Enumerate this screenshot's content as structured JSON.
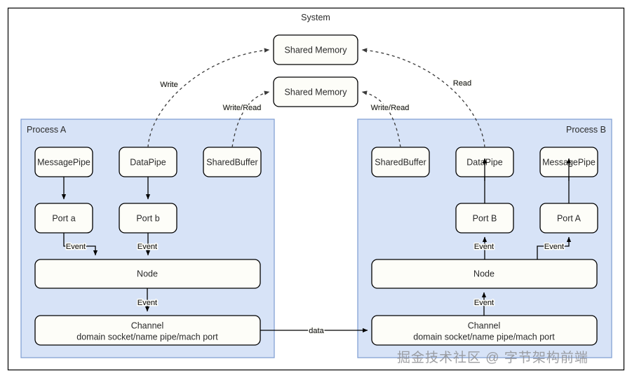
{
  "system": {
    "label": "System"
  },
  "shared_memory": [
    {
      "id": "shm-top",
      "label": "Shared Memory"
    },
    {
      "id": "shm-bottom",
      "label": "Shared Memory"
    }
  ],
  "processes": [
    {
      "id": "process-a",
      "label": "Process A",
      "label_align": "left",
      "pipes": [
        {
          "id": "a-messagepipe",
          "label": "MessagePipe"
        },
        {
          "id": "a-datapipe",
          "label": "DataPipe"
        },
        {
          "id": "a-sharedbuffer",
          "label": "SharedBuffer"
        }
      ],
      "ports": [
        {
          "id": "a-port-a",
          "label": "Port a"
        },
        {
          "id": "a-port-b",
          "label": "Port b"
        }
      ],
      "node": {
        "id": "a-node",
        "label": "Node"
      },
      "channel": {
        "id": "a-channel",
        "title": "Channel",
        "subtitle": "domain socket/name pipe/mach port"
      }
    },
    {
      "id": "process-b",
      "label": "Process B",
      "label_align": "right",
      "pipes": [
        {
          "id": "b-sharedbuffer",
          "label": "SharedBuffer"
        },
        {
          "id": "b-datapipe",
          "label": "DataPipe"
        },
        {
          "id": "b-messagepipe",
          "label": "MessagePipe"
        }
      ],
      "ports": [
        {
          "id": "b-port-b",
          "label": "Port B"
        },
        {
          "id": "b-port-a",
          "label": "Port A"
        }
      ],
      "node": {
        "id": "b-node",
        "label": "Node"
      },
      "channel": {
        "id": "b-channel",
        "title": "Channel",
        "subtitle": "domain socket/name pipe/mach port"
      }
    }
  ],
  "edge_labels": {
    "write": "Write",
    "read": "Read",
    "write_read_left": "Write/Read",
    "write_read_right": "Write/Read",
    "event_a_port_a": "Event",
    "event_a_port_b": "Event",
    "event_a_node": "Event",
    "event_b_port_b": "Event",
    "event_b_port_a": "Event",
    "event_b_node": "Event",
    "data": "data"
  },
  "watermark": {
    "text": "掘金技术社区 @ 字节架构前端"
  },
  "colors": {
    "process_fill": "#d7e3f7",
    "process_stroke": "#7b9bd1",
    "box_fill": "#fdfdf8",
    "box_stroke": "#000000",
    "system_stroke": "#000000",
    "text": "#2a2a2a",
    "watermark": "#8f9094"
  }
}
